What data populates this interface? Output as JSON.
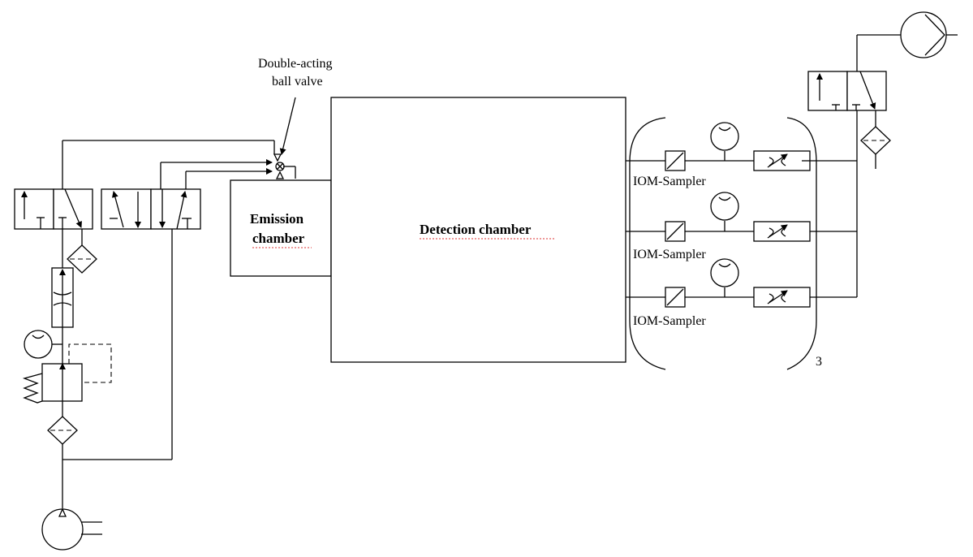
{
  "labels": {
    "ball_valve_line1": "Double-acting",
    "ball_valve_line2": "ball valve",
    "emission_line1": "Emission",
    "emission_line2": "chamber",
    "detection": "Detection chamber",
    "sampler_1": "IOM-Sampler",
    "sampler_2": "IOM-Sampler",
    "sampler_3": "IOM-Sampler",
    "bracket_count": "3"
  },
  "colors": {
    "line": "#000000",
    "spellcheck_underline": "#d33333"
  }
}
